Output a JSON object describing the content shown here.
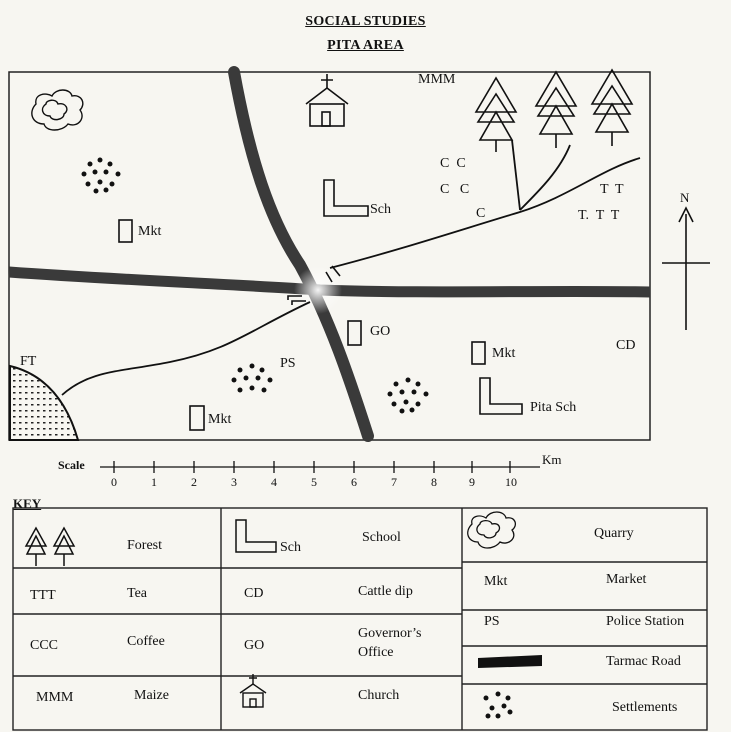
{
  "header": {
    "subject": "SOCIAL STUDIES",
    "title": "PITA AREA"
  },
  "map_labels": {
    "maize": "MMM",
    "coffee_row1": "C  C",
    "coffee_row2": "C   C",
    "coffee_row3": "C",
    "tea_row1": "T  T",
    "tea_row2": "T.  T  T",
    "sch": "Sch",
    "mkt_nw": "Mkt",
    "go": "GO",
    "mkt_se": "Mkt",
    "cd": "CD",
    "ft": "FT",
    "ps": "PS",
    "mkt_sw": "Mkt",
    "pita_sch": "Pita Sch"
  },
  "compass": {
    "north": "N"
  },
  "scale": {
    "label": "Scale",
    "unit": "Km",
    "ticks": [
      "0",
      "1",
      "2",
      "3",
      "4",
      "5",
      "6",
      "7",
      "8",
      "9",
      "10"
    ]
  },
  "key": {
    "title": "KEY",
    "rows": [
      [
        {
          "symbol_kind": "trees-icon",
          "symbol": "",
          "meaning": "Forest"
        },
        {
          "symbol_kind": "school-icon",
          "symbol": "Sch",
          "meaning": "School"
        },
        {
          "symbol_kind": "quarry-icon",
          "symbol": "",
          "meaning": "Quarry"
        }
      ],
      [
        {
          "symbol": "TTT",
          "meaning": "Tea"
        },
        {
          "symbol": "CD",
          "meaning": "Cattle dip"
        },
        {
          "symbol": "Mkt",
          "meaning": "Market"
        }
      ],
      [
        {
          "symbol": "CCC",
          "meaning": "Coffee"
        },
        {
          "symbol": "GO",
          "meaning": "Governor’s Office"
        },
        {
          "symbol": "PS",
          "meaning": "Police Station"
        }
      ],
      [
        {
          "symbol": "MMM",
          "meaning": "Maize"
        },
        {
          "symbol_kind": "church-icon",
          "symbol": "",
          "meaning": "Church"
        },
        {
          "symbol_kind": "tarmac-road-icon",
          "symbol": "",
          "meaning": "Tarmac Road"
        }
      ],
      [
        null,
        null,
        {
          "symbol_kind": "settlements-icon",
          "symbol": "",
          "meaning": "Settlements"
        }
      ]
    ]
  }
}
